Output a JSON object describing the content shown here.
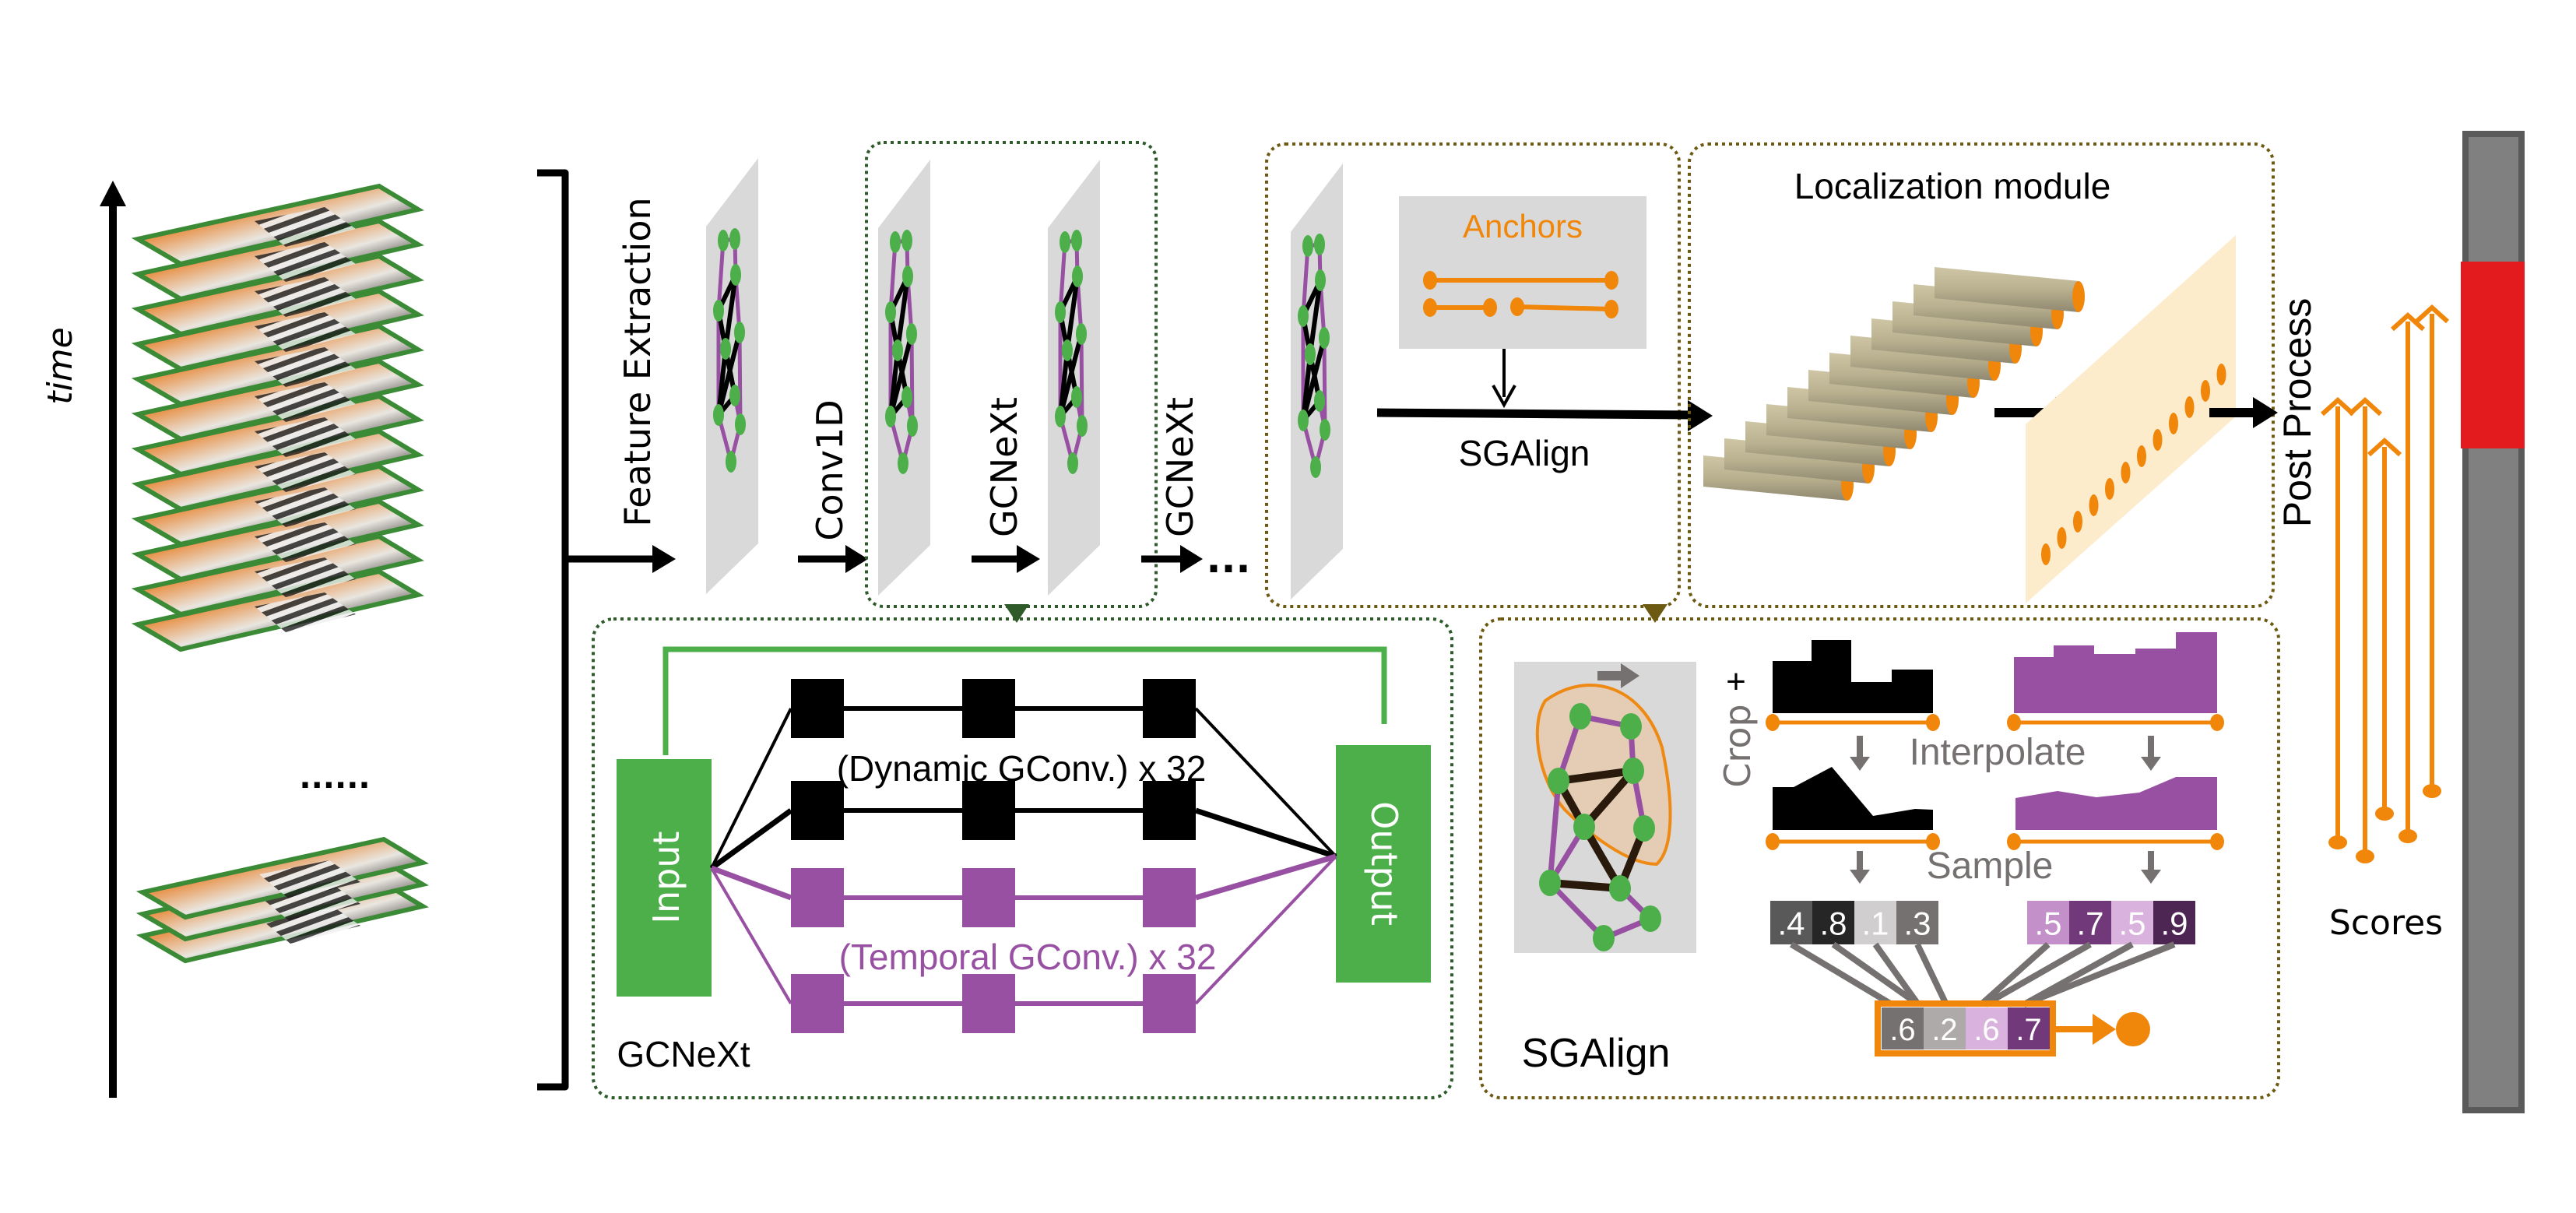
{
  "title": "GCNeXt / SGAlign temporal action localization pipeline",
  "labels": {
    "time": "time",
    "frames_ellipsis": "......",
    "feature_extraction": "Feature Extraction",
    "conv1d": "Conv1D",
    "gcnext_1": "GCNeXt",
    "gcnext_2": "GCNeXt",
    "ellipsis": "...",
    "anchors": "Anchors",
    "sgalign_top": "SGAlign",
    "localization_module": "Localization module",
    "post_process": "Post Process",
    "scores": "Scores"
  },
  "gcnext_panel": {
    "title": "GCNeXt",
    "input_label": "Input",
    "output_label": "Output",
    "dynamic_label": "(Dynamic  GConv.) x 32",
    "temporal_label": "(Temporal GConv.) x 32"
  },
  "sgalign_panel": {
    "title": "SGAlign",
    "crop_label": "Crop",
    "plus": "+",
    "interpolate_label": "Interpolate",
    "sample_label": "Sample",
    "gray_samples": [
      ".4",
      ".8",
      ".1",
      ".3"
    ],
    "purple_samples": [
      ".5",
      ".7",
      ".5",
      ".9"
    ],
    "output_values": [
      ".6",
      ".2",
      ".6",
      ".7"
    ]
  },
  "colors": {
    "green": "#4caf4a",
    "frame_border": "#3a8a36",
    "purple": "#9850a2",
    "orange": "#f0860a",
    "panel_gray": "#d9d9d9",
    "red": "#e31b1e",
    "bar_gray": "#7f7f7f",
    "arrow_gray": "#767171",
    "dark_green_dots": "#2f5a2a",
    "olive_dots": "#6d5a12"
  },
  "video_frames": {
    "upper_stack_count": 12,
    "lower_stack_count": 3
  }
}
